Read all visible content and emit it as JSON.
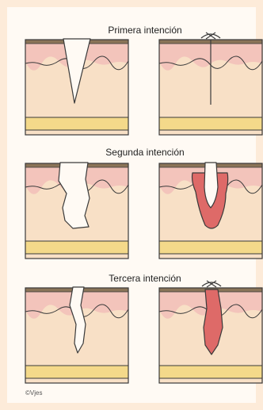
{
  "background_color": "#fdebd9",
  "colors": {
    "frame": "#fffaf4",
    "crust": "#8a7458",
    "epidermis": "#f3c4bb",
    "dermis": "#f8e0c6",
    "fat": "#f4d98a",
    "granulation": "#de6a68",
    "line": "#3a3a3a"
  },
  "rows": [
    {
      "title": "Primera intención"
    },
    {
      "title": "Segunda intención"
    },
    {
      "title": "Tercera intención"
    }
  ],
  "credit": "©Vjes"
}
